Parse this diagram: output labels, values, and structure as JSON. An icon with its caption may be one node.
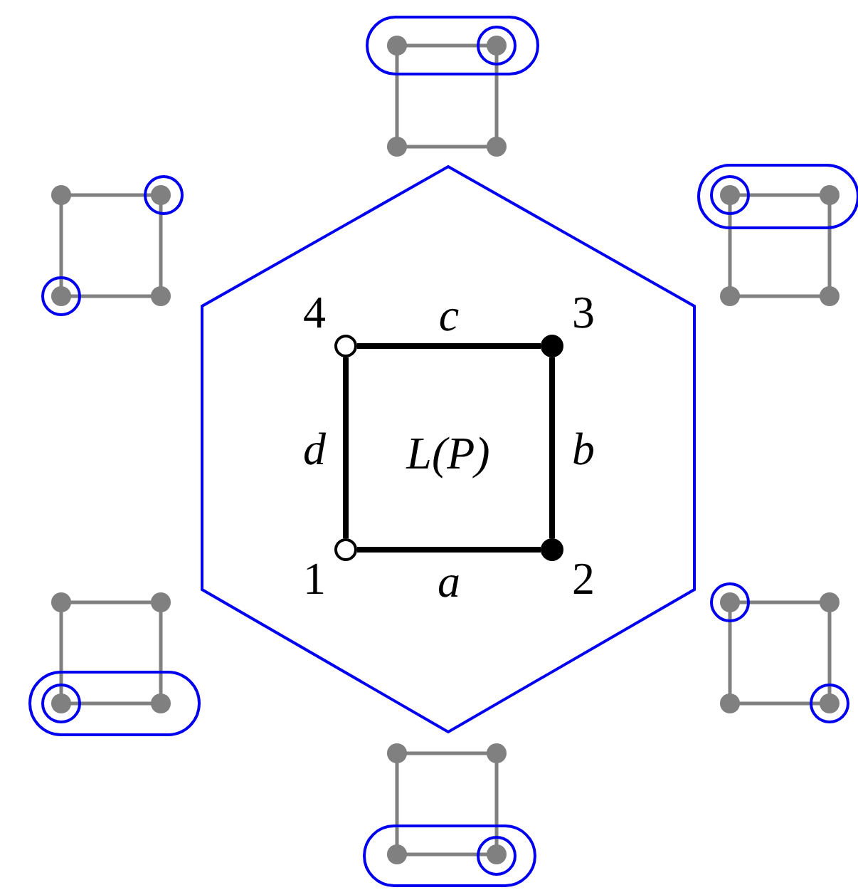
{
  "diagram": {
    "nodes": [
      {
        "text": [],
        "shape": "hexagon"
      },
      {
        "text": [],
        "shape": "circle",
        "beside": [
          "4"
        ],
        "in": 0
      },
      {
        "text": [],
        "shape": "circle",
        "beside": [
          "3"
        ],
        "in": 0
      },
      {
        "text": [],
        "shape": "circle",
        "beside": [
          "1"
        ],
        "in": 0
      },
      {
        "text": [],
        "shape": "circle",
        "beside": [
          "2"
        ],
        "in": 0
      }
    ],
    "edges": [
      {
        "from": 3,
        "to": 4,
        "arrow": "none",
        "label": "a"
      },
      {
        "from": 4,
        "to": 2,
        "arrow": "none",
        "label": "b"
      },
      {
        "from": 2,
        "to": 1,
        "arrow": "none",
        "label": "c"
      },
      {
        "from": 1,
        "to": 3,
        "arrow": "none",
        "label": "d"
      }
    ],
    "labels": [
      "L(P)"
    ]
  }
}
